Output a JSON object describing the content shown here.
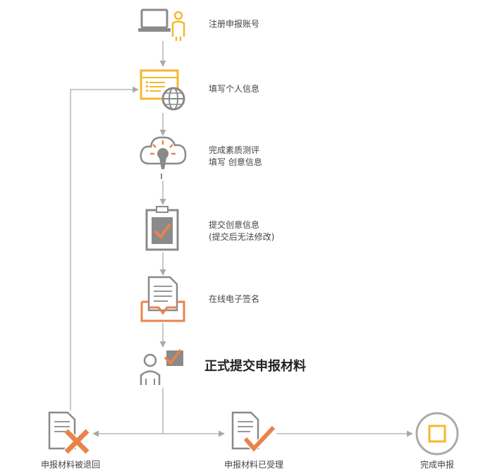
{
  "steps": [
    {
      "icon": "laptop-user-icon",
      "lines": [
        "注册申报账号"
      ]
    },
    {
      "icon": "form-globe-icon",
      "lines": [
        "填写个人信息"
      ]
    },
    {
      "icon": "idea-cloud-icon",
      "lines": [
        "完成素质测评",
        "填写 创意信息"
      ]
    },
    {
      "icon": "clipboard-check-icon",
      "lines": [
        "提交创意信息",
        "(提交后无法修改)"
      ]
    },
    {
      "icon": "document-tray-icon",
      "lines": [
        "在线电子签名"
      ]
    },
    {
      "icon": "user-check-icon",
      "lines": [
        "正式提交申报材料"
      ]
    }
  ],
  "outcomes": {
    "returned": "申报材料被退回",
    "accepted": "申报材料已受理",
    "complete": "完成申报"
  },
  "colors": {
    "gray": "#8a8a8a",
    "orange": "#e8844a",
    "yellow": "#f5b82e",
    "line": "#aaaaaa"
  }
}
